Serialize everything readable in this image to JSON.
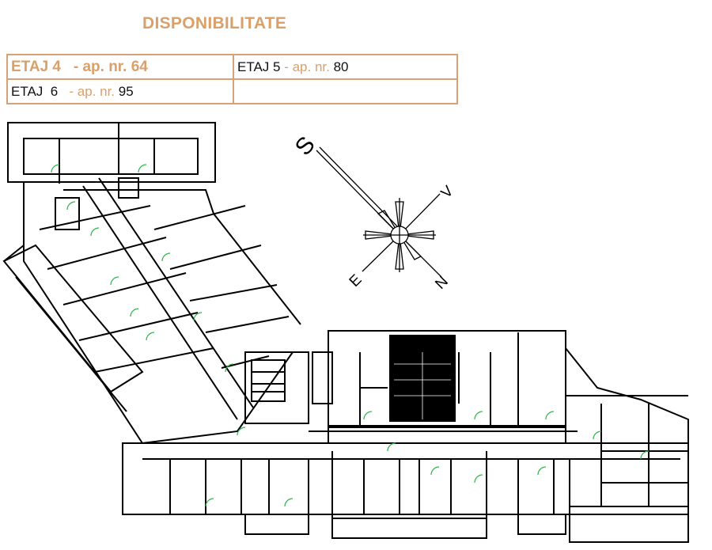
{
  "title": "DISPONIBILITATE",
  "availability": [
    {
      "floor": "ETAJ  4",
      "sep": "   - ap. nr. 64",
      "highlight": true
    },
    {
      "floor": "ETAJ 5",
      "sep": " - ap. nr. ",
      "num": "80"
    },
    {
      "floor": "ETAJ  6",
      "sep": "   - ap. nr. ",
      "num": "95"
    },
    {
      "floor": "",
      "sep": "",
      "num": ""
    }
  ],
  "compass": {
    "south": "S",
    "east": "E",
    "north": "N",
    "west": "V"
  },
  "colors": {
    "accent": "#d9a06a",
    "wall": "#000000",
    "door": "#2db34a"
  }
}
